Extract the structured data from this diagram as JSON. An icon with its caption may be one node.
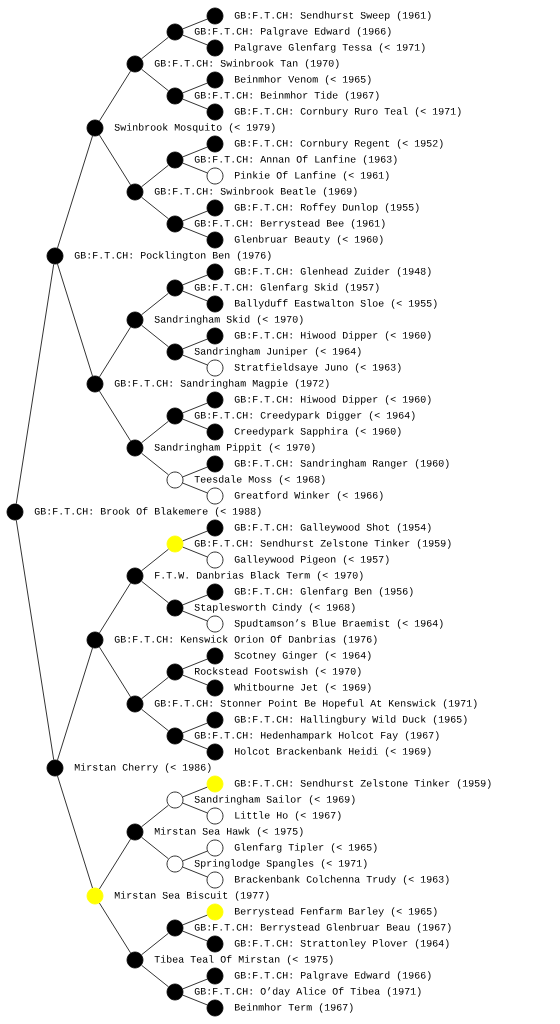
{
  "diagram": {
    "nodes": [
      {
        "text": [
          "GB:F.T.CH: Sendhurst Sweep (1961)"
        ]
      },
      {
        "text": [
          "GB:F.T.CH: Palgrave Edward (1966)"
        ]
      },
      {
        "text": [
          "Palgrave Glenfarg Tessa (< 1971)"
        ]
      },
      {
        "text": [
          "GB:F.T.CH: Swinbrook Tan (1970)"
        ]
      },
      {
        "text": [
          "Beinmhor Venom (< 1965)"
        ]
      },
      {
        "text": [
          "GB:F.T.CH: Beinmhor Tide (1967)"
        ]
      },
      {
        "text": [
          "GB:F.T.CH: Cornbury Ruro Teal (< 1971)"
        ]
      },
      {
        "text": [
          "Swinbrook Mosquito (< 1979)"
        ]
      },
      {
        "text": [
          "GB:F.T.CH: Cornbury Regent (< 1952)"
        ]
      },
      {
        "text": [
          "GB:F.T.CH: Annan Of Lanfine (1963)"
        ]
      },
      {
        "text": [
          "Pinkie Of Lanfine (< 1961)"
        ]
      },
      {
        "text": [
          "GB:F.T.CH: Swinbrook Beatle (1969)"
        ]
      },
      {
        "text": [
          "GB:F.T.CH: Roffey Dunlop (1955)"
        ]
      },
      {
        "text": [
          "GB:F.T.CH: Berrystead Bee (1961)"
        ]
      },
      {
        "text": [
          "Glenbruar Beauty (< 1960)"
        ]
      },
      {
        "text": [
          "GB:F.T.CH: Pocklington Ben (1976)"
        ]
      },
      {
        "text": [
          "GB:F.T.CH: Glenhead Zuider (1948)"
        ]
      },
      {
        "text": [
          "GB:F.T.CH: Glenfarg Skid (1957)"
        ]
      },
      {
        "text": [
          "Ballyduff Eastwalton Sloe (< 1955)"
        ]
      },
      {
        "text": [
          "Sandringham Skid (< 1970)"
        ]
      },
      {
        "text": [
          "GB:F.T.CH: Hiwood Dipper (< 1960)"
        ]
      },
      {
        "text": [
          "Sandringham Juniper (< 1964)"
        ]
      },
      {
        "text": [
          "Stratfieldsaye Juno (< 1963)"
        ]
      },
      {
        "text": [
          "GB:F.T.CH: Sandringham Magpie (1972)"
        ]
      },
      {
        "text": [
          "GB:F.T.CH: Hiwood Dipper (< 1960)"
        ]
      },
      {
        "text": [
          "GB:F.T.CH: Creedypark Digger (< 1964)"
        ]
      },
      {
        "text": [
          "Creedypark Sapphira (< 1960)"
        ]
      },
      {
        "text": [
          "Sandringham Pippit (< 1970)"
        ]
      },
      {
        "text": [
          "GB:F.T.CH: Sandringham Ranger (1960)"
        ]
      },
      {
        "text": [
          "Teesdale Moss (< 1968)"
        ]
      },
      {
        "text": [
          "Greatford Winker (< 1966)"
        ]
      },
      {
        "text": [
          "GB:F.T.CH: Brook Of Blakemere (< 1988)"
        ]
      },
      {
        "text": [
          "GB:F.T.CH: Galleywood Shot (1954)"
        ]
      },
      {
        "text": [
          "GB:F.T.CH: Sendhurst Zelstone Tinker (1959)"
        ]
      },
      {
        "text": [
          "Galleywood Pigeon (< 1957)"
        ]
      },
      {
        "text": [
          "F.T.W. Danbrias Black Term (< 1970)"
        ]
      },
      {
        "text": [
          "GB:F.T.CH: Glenfarg Ben (1956)"
        ]
      },
      {
        "text": [
          "Staplesworth Cindy (< 1968)"
        ]
      },
      {
        "text": [
          "Spudtamson’s Blue Braemist (< 1964)"
        ]
      },
      {
        "text": [
          "GB:F.T.CH: Kenswick Orion Of Danbrias (1976)"
        ]
      },
      {
        "text": [
          "Scotney Ginger (< 1964)"
        ]
      },
      {
        "text": [
          "Rockstead Footswish (< 1970)"
        ]
      },
      {
        "text": [
          "Whitbourne Jet (< 1969)"
        ]
      },
      {
        "text": [
          "GB:F.T.CH: Stonner Point Be Hopeful At Kenswick (1971)"
        ]
      },
      {
        "text": [
          "GB:F.T.CH: Hallingbury Wild Duck (1965)"
        ]
      },
      {
        "text": [
          "GB:F.T.CH: Hedenhampark Holcot Fay (1967)"
        ]
      },
      {
        "text": [
          "Holcot Brackenbank Heidi (< 1969)"
        ]
      },
      {
        "text": [
          "Mirstan Cherry (< 1986)"
        ]
      },
      {
        "text": [
          "GB:F.T.CH: Sendhurst Zelstone Tinker (1959)"
        ]
      },
      {
        "text": [
          "Sandringham Sailor (< 1969)"
        ]
      },
      {
        "text": [
          "Little Ho (< 1967)"
        ]
      },
      {
        "text": [
          "Mirstan Sea Hawk (< 1975)"
        ]
      },
      {
        "text": [
          "Glenfarg Tipler (< 1965)"
        ]
      },
      {
        "text": [
          "Springlodge Spangles (< 1971)"
        ]
      },
      {
        "text": [
          "Brackenbank Colchenna Trudy (< 1963)"
        ]
      },
      {
        "text": [
          "Mirstan Sea Biscuit (1977)"
        ]
      },
      {
        "text": [
          "Berrystead Fenfarm Barley (< 1965)"
        ]
      },
      {
        "text": [
          "GB:F.T.CH: Berrystead Glenbruar Beau (1967)"
        ]
      },
      {
        "text": [
          "GB:F.T.CH: Strattonley Plover (1964)"
        ]
      },
      {
        "text": [
          "Tibea Teal Of Mirstan (< 1975)"
        ]
      },
      {
        "text": [
          "GB:F.T.CH: Palgrave Edward (1966)"
        ]
      },
      {
        "text": [
          "GB:F.T.CH: O’day Alice Of Tibea (1971)"
        ]
      },
      {
        "text": [
          "Beinmhor Term (1967)"
        ]
      }
    ],
    "edges": [
      {
        "from": 1,
        "to": 0,
        "arrow": "none"
      },
      {
        "from": 1,
        "to": 2,
        "arrow": "none"
      },
      {
        "from": 3,
        "to": 1,
        "arrow": "none"
      },
      {
        "from": 3,
        "to": 5,
        "arrow": "none"
      },
      {
        "from": 5,
        "to": 4,
        "arrow": "none"
      },
      {
        "from": 5,
        "to": 6,
        "arrow": "none"
      },
      {
        "from": 7,
        "to": 3,
        "arrow": "none"
      },
      {
        "from": 7,
        "to": 11,
        "arrow": "none"
      },
      {
        "from": 9,
        "to": 8,
        "arrow": "none"
      },
      {
        "from": 9,
        "to": 10,
        "arrow": "none"
      },
      {
        "from": 11,
        "to": 9,
        "arrow": "none"
      },
      {
        "from": 11,
        "to": 13,
        "arrow": "none"
      },
      {
        "from": 13,
        "to": 12,
        "arrow": "none"
      },
      {
        "from": 13,
        "to": 14,
        "arrow": "none"
      },
      {
        "from": 15,
        "to": 7,
        "arrow": "none"
      },
      {
        "from": 15,
        "to": 23,
        "arrow": "none"
      },
      {
        "from": 17,
        "to": 16,
        "arrow": "none"
      },
      {
        "from": 17,
        "to": 18,
        "arrow": "none"
      },
      {
        "from": 19,
        "to": 17,
        "arrow": "none"
      },
      {
        "from": 19,
        "to": 21,
        "arrow": "none"
      },
      {
        "from": 21,
        "to": 20,
        "arrow": "none"
      },
      {
        "from": 21,
        "to": 22,
        "arrow": "none"
      },
      {
        "from": 23,
        "to": 19,
        "arrow": "none"
      },
      {
        "from": 23,
        "to": 27,
        "arrow": "none"
      },
      {
        "from": 25,
        "to": 24,
        "arrow": "none"
      },
      {
        "from": 25,
        "to": 26,
        "arrow": "none"
      },
      {
        "from": 27,
        "to": 25,
        "arrow": "none"
      },
      {
        "from": 27,
        "to": 29,
        "arrow": "none"
      },
      {
        "from": 29,
        "to": 28,
        "arrow": "none"
      },
      {
        "from": 29,
        "to": 30,
        "arrow": "none"
      },
      {
        "from": 31,
        "to": 15,
        "arrow": "none"
      },
      {
        "from": 31,
        "to": 47,
        "arrow": "none"
      },
      {
        "from": 33,
        "to": 32,
        "arrow": "none"
      },
      {
        "from": 33,
        "to": 34,
        "arrow": "none"
      },
      {
        "from": 35,
        "to": 33,
        "arrow": "none"
      },
      {
        "from": 35,
        "to": 37,
        "arrow": "none"
      },
      {
        "from": 37,
        "to": 36,
        "arrow": "none"
      },
      {
        "from": 37,
        "to": 38,
        "arrow": "none"
      },
      {
        "from": 39,
        "to": 35,
        "arrow": "none"
      },
      {
        "from": 39,
        "to": 43,
        "arrow": "none"
      },
      {
        "from": 41,
        "to": 40,
        "arrow": "none"
      },
      {
        "from": 41,
        "to": 42,
        "arrow": "none"
      },
      {
        "from": 43,
        "to": 41,
        "arrow": "none"
      },
      {
        "from": 43,
        "to": 45,
        "arrow": "none"
      },
      {
        "from": 45,
        "to": 44,
        "arrow": "none"
      },
      {
        "from": 45,
        "to": 46,
        "arrow": "none"
      },
      {
        "from": 47,
        "to": 39,
        "arrow": "none"
      },
      {
        "from": 47,
        "to": 55,
        "arrow": "none"
      },
      {
        "from": 49,
        "to": 48,
        "arrow": "none"
      },
      {
        "from": 49,
        "to": 50,
        "arrow": "none"
      },
      {
        "from": 51,
        "to": 49,
        "arrow": "none"
      },
      {
        "from": 51,
        "to": 53,
        "arrow": "none"
      },
      {
        "from": 53,
        "to": 52,
        "arrow": "none"
      },
      {
        "from": 53,
        "to": 54,
        "arrow": "none"
      },
      {
        "from": 55,
        "to": 51,
        "arrow": "none"
      },
      {
        "from": 55,
        "to": 59,
        "arrow": "none"
      },
      {
        "from": 57,
        "to": 56,
        "arrow": "none"
      },
      {
        "from": 57,
        "to": 58,
        "arrow": "none"
      },
      {
        "from": 59,
        "to": 57,
        "arrow": "none"
      },
      {
        "from": 59,
        "to": 61,
        "arrow": "none"
      },
      {
        "from": 61,
        "to": 60,
        "arrow": "none"
      },
      {
        "from": 61,
        "to": 62,
        "arrow": "none"
      }
    ]
  }
}
